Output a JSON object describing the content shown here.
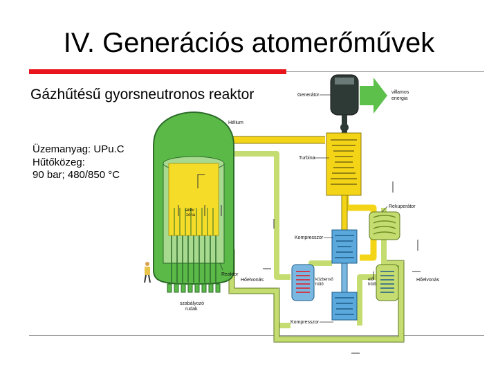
{
  "slide": {
    "title": "IV. Generációs atomerőművek",
    "subtitle": "Gázhűtésű gyorsneutronos reaktor",
    "specs": [
      "Üzemanyag: UPu.C",
      "Hűtőközeg:",
      "90 bar; 480/850 °C"
    ]
  },
  "diagram": {
    "labels": {
      "generator": "Generátor",
      "electric": [
        "villamos",
        "energia"
      ],
      "helium": "Hélium",
      "turbine": "Turbina",
      "recuperator": "Rekuperátor",
      "compressor_top": "Kompresszor",
      "compressor_bottom": "Kompresszor",
      "reactor": "Reaktor",
      "heat_out_left": "Hőelvonás",
      "heat_out_right": "Hőelvonás",
      "intercooler": [
        "közbenső",
        "hűtő"
      ],
      "precooler": [
        "elő",
        "hűtő"
      ],
      "control_rods": [
        "szabályozó",
        "rudak"
      ],
      "core": [
        "aktív",
        "zóna"
      ]
    },
    "colors": {
      "vessel": "#5bb948",
      "vessel_outline": "#2c6b2a",
      "core": "#f5dc28",
      "hot_pipe": "#f3d416",
      "cool_pipe": "#c4dc70",
      "compressor": "#5aa8dc",
      "arrow": "#5cc04a",
      "generator": "#2e3a36",
      "accent": "#e8161c"
    }
  }
}
